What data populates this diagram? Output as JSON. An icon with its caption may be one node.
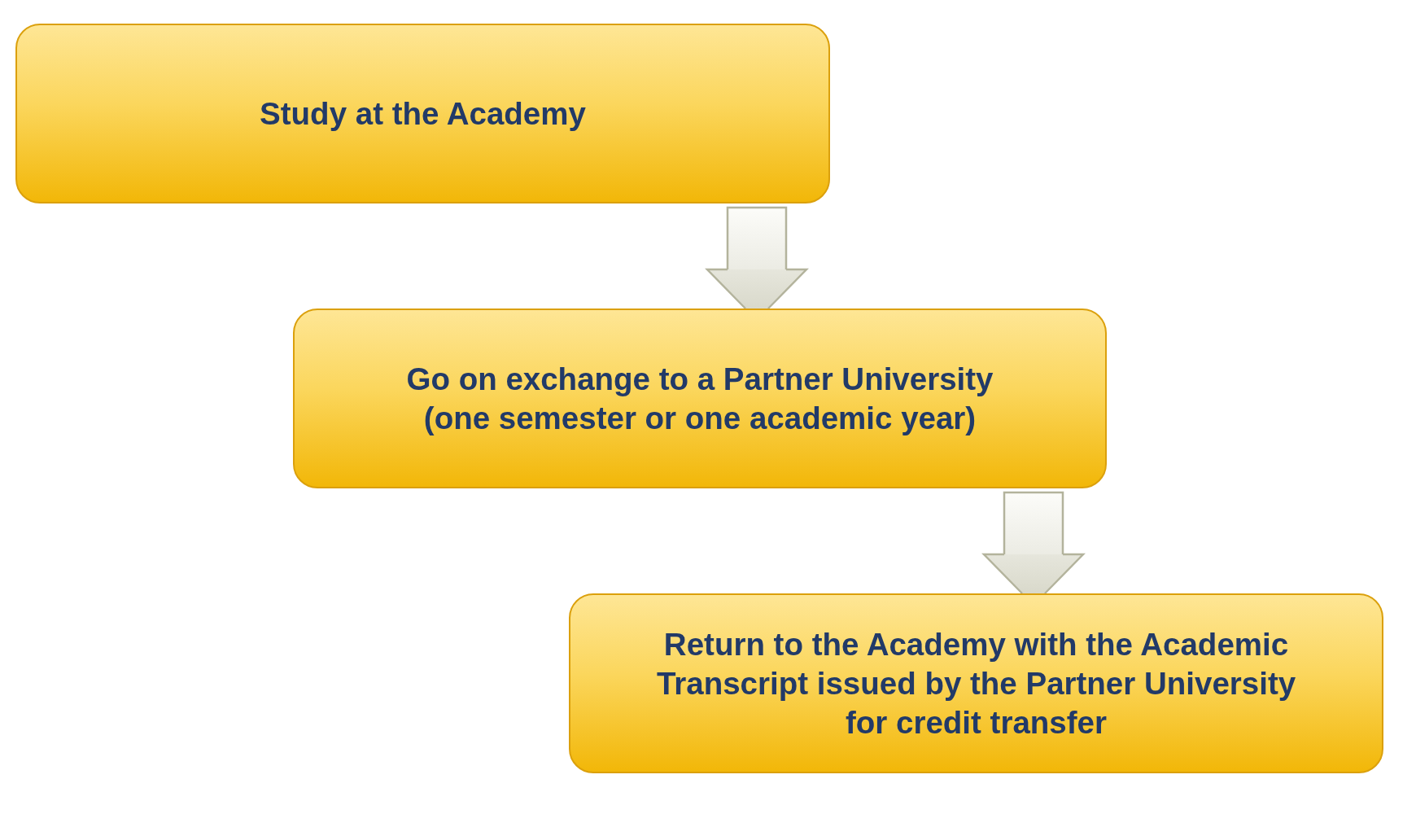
{
  "diagram": {
    "nodes": [
      {
        "text": [
          "Study at the Academy"
        ]
      },
      {
        "text": [
          "Go on exchange to a Partner University (one semester or one academic year)"
        ]
      },
      {
        "text": [
          "Return to the Academy with the Academic Transcript issued by the Partner University for credit transfer"
        ]
      }
    ],
    "edges": [
      {
        "from": 0,
        "to": 1,
        "arrow": "to"
      },
      {
        "from": 1,
        "to": 2,
        "arrow": "to"
      }
    ]
  }
}
